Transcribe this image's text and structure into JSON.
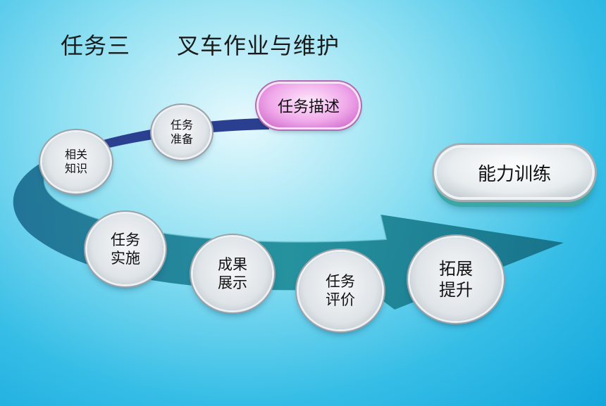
{
  "title": "任务三　　叉车作业与维护",
  "nodes": {
    "task_desc": "任务描述",
    "task_prep": "任务\n准备",
    "related_knowledge": "相关\n知识",
    "task_impl": "任务\n实施",
    "result_show": "成果\n展示",
    "task_eval": "任务\n评价",
    "expand": "拓展\n提升",
    "ability": "能力训练"
  },
  "colors": {
    "arrow_dark": "#2a3f8f",
    "arrow_teal": "#1f8a96",
    "task_desc_pill": "#f0a8ea",
    "background": "#35bde6"
  }
}
